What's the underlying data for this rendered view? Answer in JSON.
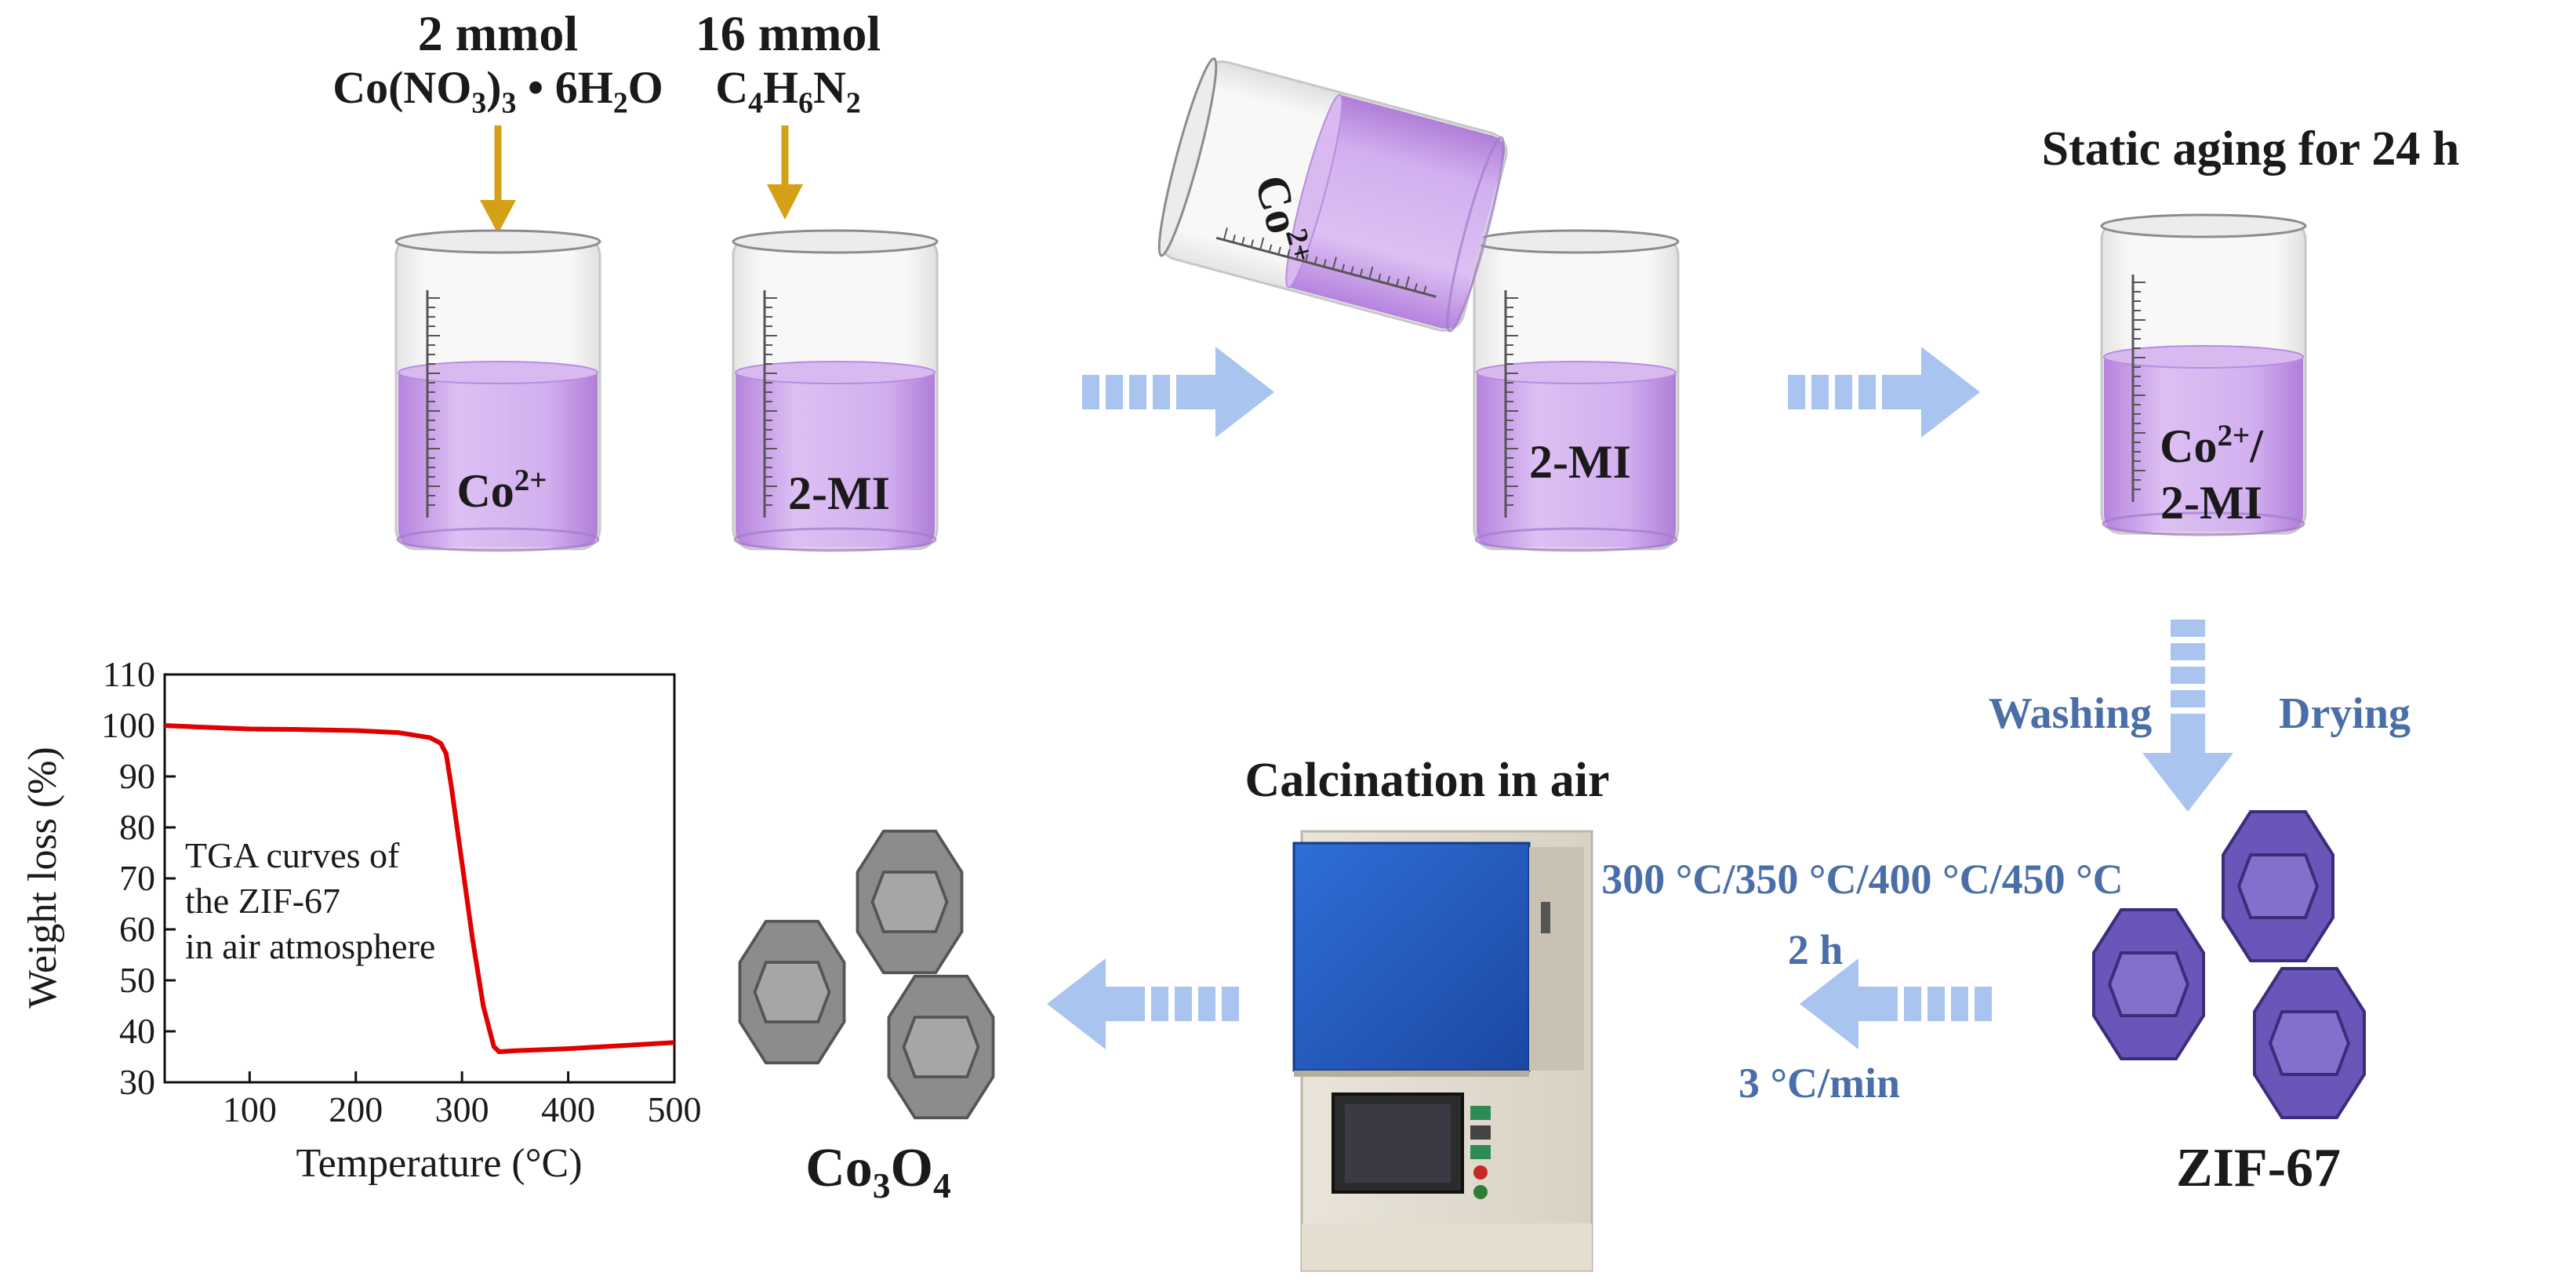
{
  "reagents": {
    "co_amount": "2 mmol",
    "co_formula": "Co(NO3)3 • 6H2O",
    "mi_amount": "16 mmol",
    "mi_formula": "C4H6N2"
  },
  "beakers": {
    "co": "Co2+",
    "mi": "2-MI",
    "tilted": "Co2+",
    "mi2": "2-MI",
    "mixed_line1": "Co2+/",
    "mixed_line2": "2-MI"
  },
  "steps": {
    "aging": "Static aging for 24 h",
    "washing": "Washing",
    "drying": "Drying",
    "calcination": "Calcination in air",
    "temperatures": "300 °C/350 °C/400 °C/450 °C",
    "duration": "2 h",
    "rate": "3 °C/min"
  },
  "products": {
    "zif": "ZIF-67",
    "oxide": "Co3O4"
  },
  "colors": {
    "liquid": "#c79be8",
    "arrow": "#a9c4ee",
    "zif": "#6a55b8",
    "oxide": "#8c8c8c",
    "furnace": "#2456b3",
    "tga_line": "#e00000",
    "label_blue": "#4a6fa8"
  },
  "chart_data": {
    "type": "line",
    "title": "",
    "annotation": [
      "TGA curves of",
      "the ZIF-67",
      "in air atmosphere"
    ],
    "xlabel": "Temperature (°C)",
    "ylabel": "Weight loss (%)",
    "xlim": [
      20,
      500
    ],
    "ylim": [
      30,
      110
    ],
    "xticks": [
      100,
      200,
      300,
      400,
      500
    ],
    "yticks": [
      30,
      40,
      50,
      60,
      70,
      80,
      90,
      100,
      110
    ],
    "grid": false,
    "series": [
      {
        "x": [
          20,
          50,
          100,
          150,
          200,
          240,
          270,
          280,
          285,
          290,
          300,
          310,
          320,
          330,
          335,
          350,
          400,
          450,
          500
        ],
        "y": [
          100,
          99.7,
          99.3,
          99.2,
          99.0,
          98.6,
          97.6,
          96.5,
          94.5,
          88,
          73,
          58,
          45,
          37,
          36,
          36.2,
          36.6,
          37.2,
          37.8
        ]
      }
    ]
  }
}
